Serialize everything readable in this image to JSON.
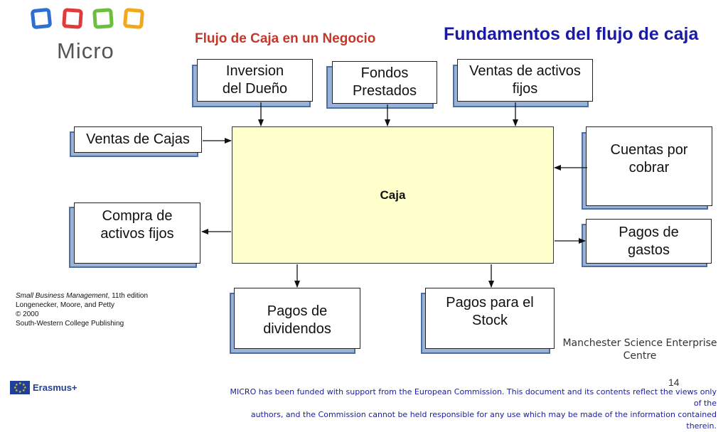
{
  "header": {
    "title": "Fundamentos del flujo de caja",
    "subtitle": "Flujo de Caja en un Negocio",
    "logo_text": "Micro"
  },
  "logo_colors": [
    "#2f6fd1",
    "#e03a3a",
    "#6cbf3d",
    "#f2a81d"
  ],
  "center": {
    "label": "Caja"
  },
  "boxes": {
    "inversion": "Inversion del Dueño",
    "fondos": "Fondos Prestados",
    "ventas_activos": "Ventas de activos fijos",
    "ventas_cajas": "Ventas de Cajas",
    "cuentas": "Cuentas por cobrar",
    "compra": "Compra de activos fijos",
    "pagos_gastos": "Pagos de gastos",
    "dividendos": "Pagos de dividendos",
    "stock": "Pagos para el Stock"
  },
  "citation": {
    "book": "Small Business Management",
    "edition": ", 11th edition",
    "authors": "Longenecker, Moore, and Petty",
    "year": "©  2000",
    "publisher": "South-Western College Publishing"
  },
  "affiliation": "Manchester Science Enterprise Centre",
  "page_number": "14",
  "erasmus_label": "Erasmus+",
  "footer_line1": "MICRO has been funded with support from the European Commission. This document and its contents reflect the views only of the",
  "footer_line2": "authors, and the Commission cannot be held responsible for any use which may be made of the information contained therein."
}
